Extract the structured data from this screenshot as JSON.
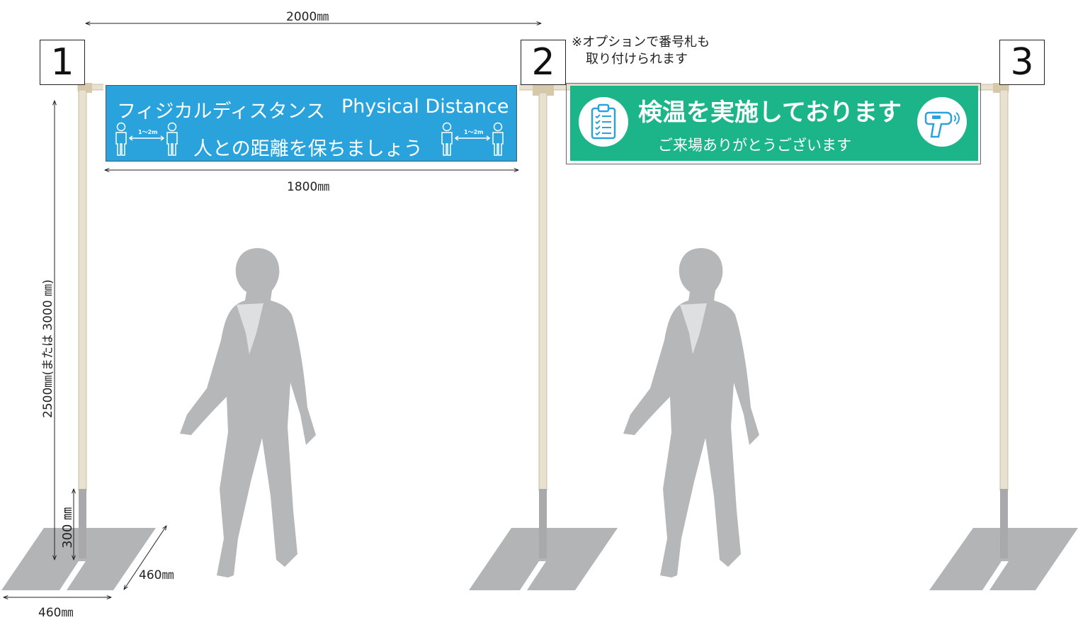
{
  "dimensions": {
    "top_width": "2000㎜",
    "sign_width": "1800㎜",
    "height": "2500㎜(または 3000 ㎜)",
    "base_height": "300 ㎜",
    "base_depth": "460㎜",
    "base_width": "460㎜"
  },
  "labels": {
    "post_1": "1",
    "post_2": "2",
    "post_3": "3"
  },
  "note": {
    "line1": "※オプションで番号札も",
    "line2": "取り付けられます"
  },
  "sign_blue": {
    "title_jp": "フィジカルディスタンス",
    "title_en": "Physical Distance",
    "subtitle": "人との距離を保ちましょう",
    "distance_label": "1～2m",
    "color": "#2aa3dd"
  },
  "sign_green": {
    "title_a": "検温",
    "title_b": "を実施しております",
    "subtitle": "ご来場ありがとうございます",
    "color": "#1cb489",
    "left_icon": "clipboard-checklist-icon",
    "right_icon": "thermometer-gun-icon"
  },
  "colors": {
    "post": "#e9e1cf",
    "post_base": "#a9a9ab",
    "plate": "#b3b4b6",
    "silhouette": "#b6b7b9"
  }
}
